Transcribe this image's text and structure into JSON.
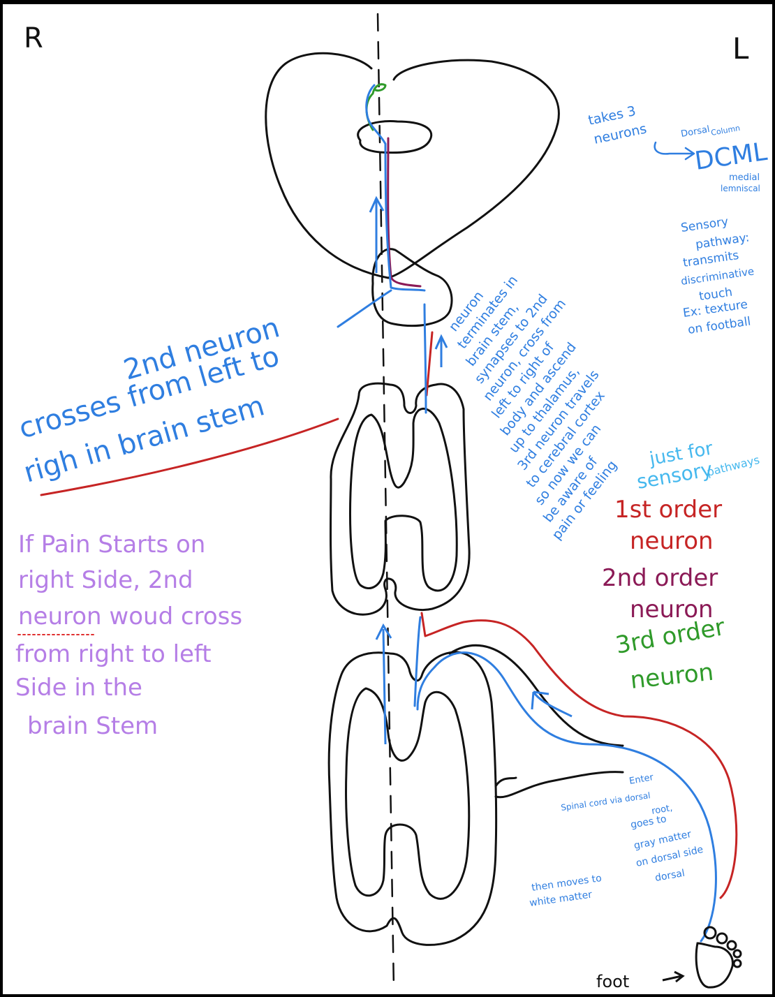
{
  "colors": {
    "outline": "#111111",
    "blue": "#2f7ee0",
    "lightblue": "#45b8ee",
    "red": "#c62424",
    "maroon": "#8b1a56",
    "green": "#2f9a2a",
    "purple": "#b57ee6",
    "dotted": "#e03030"
  },
  "sides": {
    "right": "R",
    "left": "L"
  },
  "dcml_note": {
    "takes": [
      "takes 3",
      "neurons"
    ],
    "dorsal": [
      "Dorsal",
      "Column"
    ],
    "acronym": "DCML",
    "medial": [
      "medial",
      "lemniscal"
    ]
  },
  "sensory_note": [
    "Sensory",
    "pathway:",
    "transmits",
    "discriminative",
    "touch",
    "Ex: texture",
    "on football"
  ],
  "brainstem_note": [
    "neuron",
    "terminates in",
    "brain stem,",
    "synapses to 2nd",
    "neuron, cross from",
    "left to right of",
    "body and ascend",
    "up to thalamus,",
    "3rd neuron travels",
    "to cerebral cortex",
    "so now we can",
    "be aware of",
    "pain or feeling"
  ],
  "crossing_note": [
    "2nd neuron",
    "crosses from left to",
    "righ in brain stem"
  ],
  "legend": {
    "heading": [
      "just for",
      "sensory",
      "pathways"
    ],
    "first": [
      "1st order",
      "neuron"
    ],
    "second": [
      "2nd order",
      "neuron"
    ],
    "third": [
      "3rd order",
      "neuron"
    ]
  },
  "pain_note": [
    "If Pain Starts on",
    "right Side, 2nd",
    "neuron woud cross",
    "from right to left",
    "Side in the",
    "brain Stem"
  ],
  "spinal_note": [
    "Enter",
    "Spinal cord via dorsal",
    "root,",
    "goes to",
    "gray matter",
    "on dorsal side",
    "dorsal"
  ],
  "white_note": [
    "then moves to",
    "white matter"
  ],
  "foot_label": "foot"
}
